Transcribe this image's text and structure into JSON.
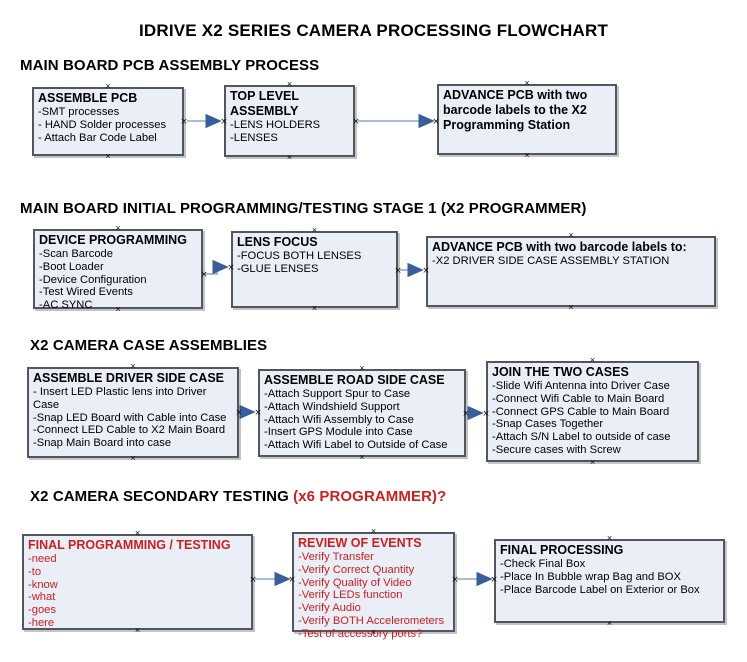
{
  "title": "IDRIVE X2  SERIES CAMERA PROCESSING FLOWCHART",
  "colors": {
    "box_fill": "#E9EEF7",
    "box_border": "#53565C",
    "arrow_line": "#9FB3CE",
    "arrow_head": "#3A5E9C",
    "accent_red": "#CC1F1F"
  },
  "icons": {
    "connection_handle": "×"
  },
  "sections": [
    {
      "heading": "MAIN BOARD PCB ASSEMBLY PROCESS",
      "boxes": [
        {
          "title": "ASSEMBLE PCB",
          "lines": [
            "-SMT processes",
            "- HAND Solder processes",
            "- Attach Bar Code Label"
          ]
        },
        {
          "title": "TOP LEVEL ASSEMBLY",
          "lines": [
            "-LENS HOLDERS",
            "-LENSES"
          ]
        },
        {
          "title": "ADVANCE PCB with two barcode labels to the X2 Programming Station",
          "lines": []
        }
      ]
    },
    {
      "heading": "MAIN BOARD INITIAL PROGRAMMING/TESTING STAGE 1 (X2 PROGRAMMER)",
      "boxes": [
        {
          "title": "DEVICE PROGRAMMING",
          "lines": [
            "-Scan Barcode",
            "-Boot Loader",
            "-Device Configuration",
            "-Test Wired Events",
            "-AC SYNC"
          ]
        },
        {
          "title": "LENS FOCUS",
          "lines": [
            "-FOCUS BOTH LENSES",
            "-GLUE LENSES"
          ]
        },
        {
          "title": "ADVANCE PCB with two barcode labels to:",
          "lines": [
            "-X2 DRIVER  SIDE  CASE  ASSEMBLY STATION"
          ]
        }
      ]
    },
    {
      "heading": "X2 CAMERA CASE ASSEMBLIES",
      "boxes": [
        {
          "title": "ASSEMBLE DRIVER SIDE CASE",
          "lines": [
            "- Insert LED Plastic lens into Driver Case",
            "-Snap LED Board with Cable into Case",
            "-Connect LED Cable to X2 Main Board",
            "-Snap Main Board into case"
          ]
        },
        {
          "title": "ASSEMBLE ROAD SIDE CASE",
          "lines": [
            "-Attach Support Spur to Case",
            "-Attach Windshield Support",
            "-Attach Wifi Assembly to Case",
            "-Insert GPS Module into Case",
            "-Attach Wifi Label to Outside of Case"
          ]
        },
        {
          "title": "JOIN THE TWO CASES",
          "lines": [
            "-Slide Wifi Antenna into Driver Case",
            "-Connect Wifi Cable to Main Board",
            "-Connect GPS Cable to Main Board",
            "-Snap Cases Together",
            "-Attach S/N Label to outside of case",
            "-Secure cases with Screw"
          ]
        }
      ]
    },
    {
      "heading": "X2 CAMERA SECONDARY TESTING ",
      "heading_red": " (x6 PROGRAMMER)?",
      "boxes": [
        {
          "title": "FINAL PROGRAMMING / TESTING",
          "lines": [
            "-need",
            "-to",
            "-know",
            "-what",
            "-goes",
            "-here"
          ]
        },
        {
          "title": "REVIEW OF EVENTS",
          "lines": [
            "-Verify Transfer",
            "-Verify Correct Quantity",
            "-Verify Quality of Video",
            "-Verify LEDs function",
            "-Verify Audio",
            "-Verify BOTH Accelerometers",
            "-Test of accessory ports?"
          ]
        },
        {
          "title": "FINAL PROCESSING",
          "lines": [
            "-Check Final Box",
            "-Place In Bubble wrap Bag and BOX",
            "-Place Barcode Label on Exterior or Box"
          ]
        }
      ]
    }
  ]
}
